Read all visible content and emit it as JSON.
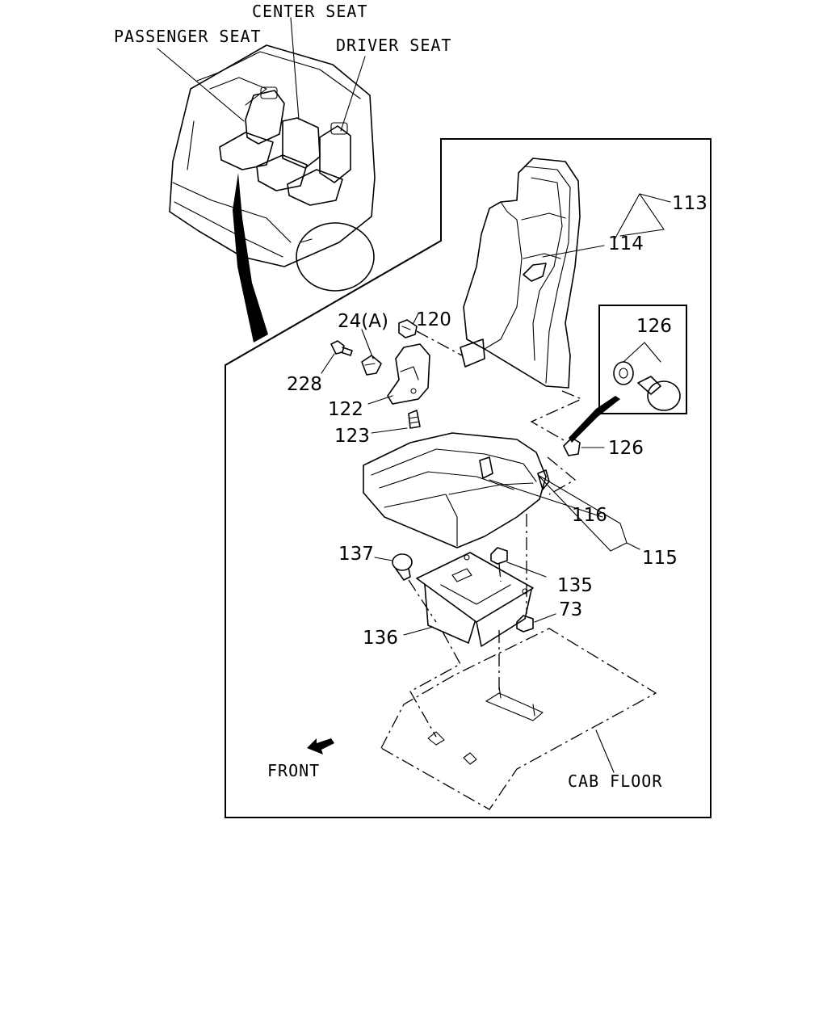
{
  "callouts": {
    "passenger_seat": "PASSENGER SEAT",
    "center_seat": "CENTER SEAT",
    "driver_seat": "DRIVER SEAT",
    "front": "FRONT",
    "cab_floor": "CAB FLOOR"
  },
  "parts": {
    "p113": "113",
    "p114": "114",
    "p120": "120",
    "p24a": "24(A)",
    "p126_box": "126",
    "p228": "228",
    "p122": "122",
    "p123": "123",
    "p126": "126",
    "p116": "116",
    "p115": "115",
    "p137": "137",
    "p135": "135",
    "p73": "73",
    "p136": "136"
  }
}
